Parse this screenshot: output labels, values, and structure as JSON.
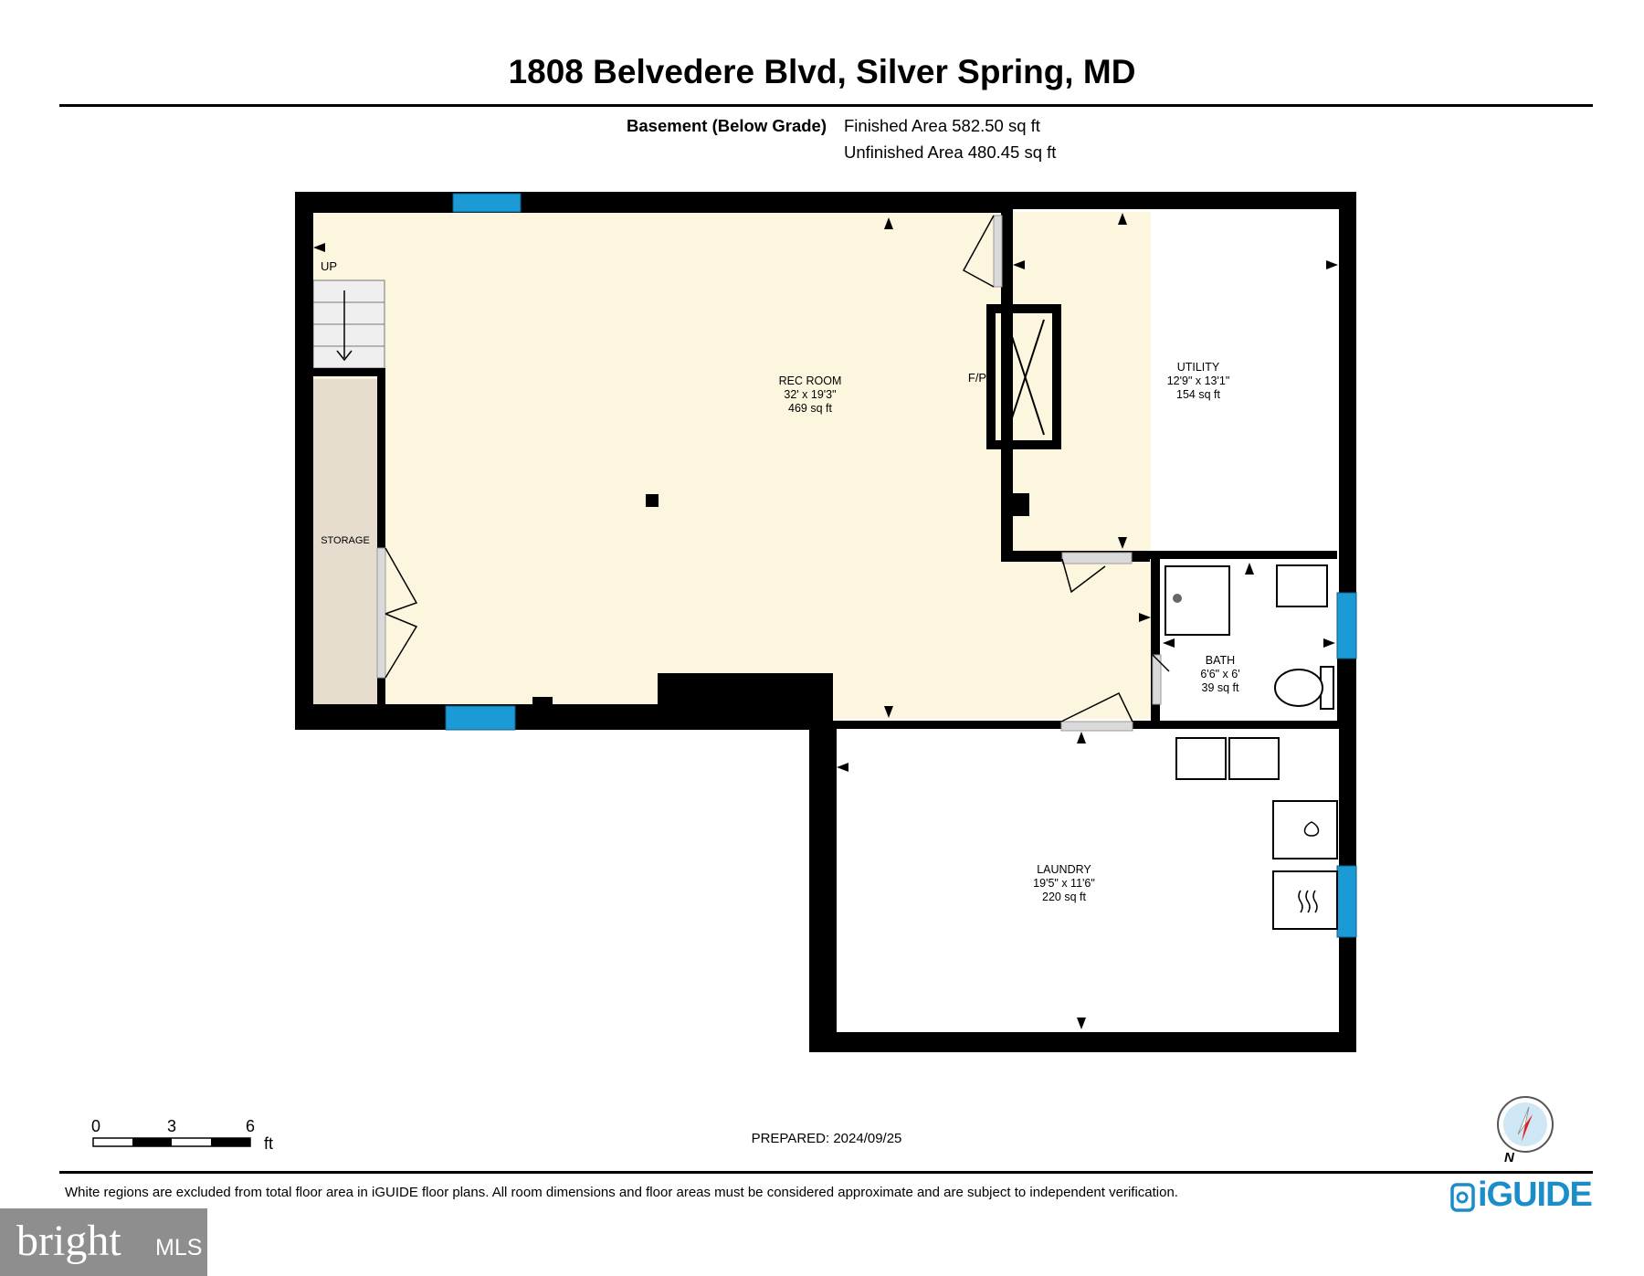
{
  "title": "1808 Belvedere Blvd, Silver Spring, MD",
  "floor": {
    "level_label": "Basement (Below Grade)",
    "finished_area": "Finished Area 582.50 sq ft",
    "unfinished_area": "Unfinished Area 480.45 sq ft"
  },
  "rooms": {
    "rec_room": {
      "name": "REC ROOM",
      "dimensions": "32' x 19'3\"",
      "area": "469 sq ft"
    },
    "utility": {
      "name": "UTILITY",
      "dimensions": "12'9\" x 13'1\"",
      "area": "154 sq ft"
    },
    "bath": {
      "name": "BATH",
      "dimensions": "6'6\" x 6'",
      "area": "39 sq ft"
    },
    "laundry": {
      "name": "LAUNDRY",
      "dimensions": "19'5\" x 11'6\"",
      "area": "220 sq ft"
    },
    "storage": {
      "name": "STORAGE"
    }
  },
  "labels": {
    "stairs": "UP",
    "fireplace": "F/P"
  },
  "scale_bar": {
    "ticks": [
      "0",
      "3",
      "6"
    ],
    "unit": "ft"
  },
  "prepared": "PREPARED: 2024/09/25",
  "disclaimer": "White regions are excluded from total floor area in iGUIDE floor plans. All room dimensions and floor areas must be considered approximate and are subject to independent verification.",
  "brand": "iGUIDE",
  "compass": {
    "label": "N"
  },
  "mls_badge": {
    "name": "bright",
    "tag": "MLS"
  },
  "colors": {
    "wall": "#000000",
    "finished_floor": "#fdf6df",
    "storage_floor": "#e6ddcf",
    "window": "#1b9ad6",
    "door": "#d9d9d9",
    "brand": "#1b8ec9"
  }
}
